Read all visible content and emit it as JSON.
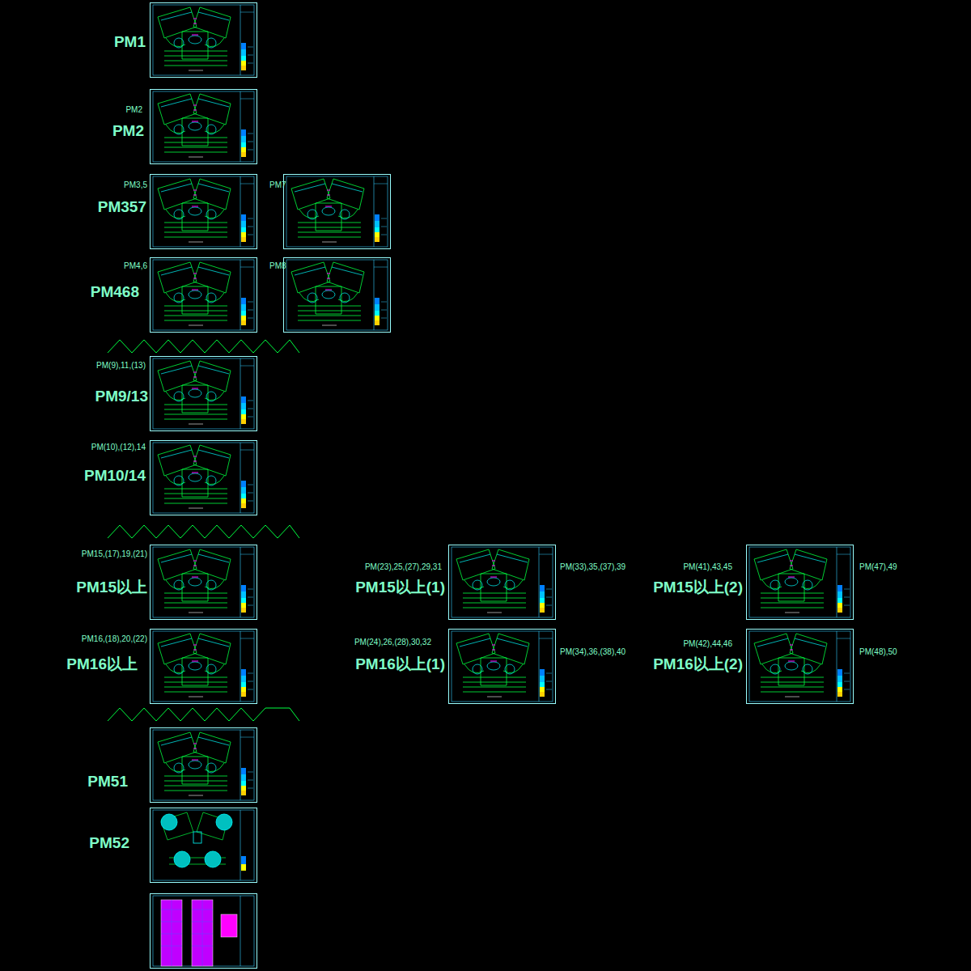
{
  "diagram": {
    "labels": [
      "PM1",
      "PM2",
      "PM2",
      "PM3,5",
      "PM357",
      "PM7",
      "PM4,6",
      "PM468",
      "PM8",
      "PM(9),11,(13)",
      "PM9/13",
      "PM(10),(12),14",
      "PM10/14",
      "PM15,(17),19,(21)",
      "PM15以上",
      "PM(23),25,(27),29,31",
      "PM15以上(1)",
      "PM(33),35,(37),39",
      "PM(41),43,45",
      "PM15以上(2)",
      "PM(47),49",
      "PM16,(18),20,(22)",
      "PM16以上",
      "PM(24),26,(28),30,32",
      "PM16以上(1)",
      "PM(34),36,(38),40",
      "PM(42),44,46",
      "PM16以上(2)",
      "PM(48),50",
      "PM51",
      "PM52"
    ]
  }
}
